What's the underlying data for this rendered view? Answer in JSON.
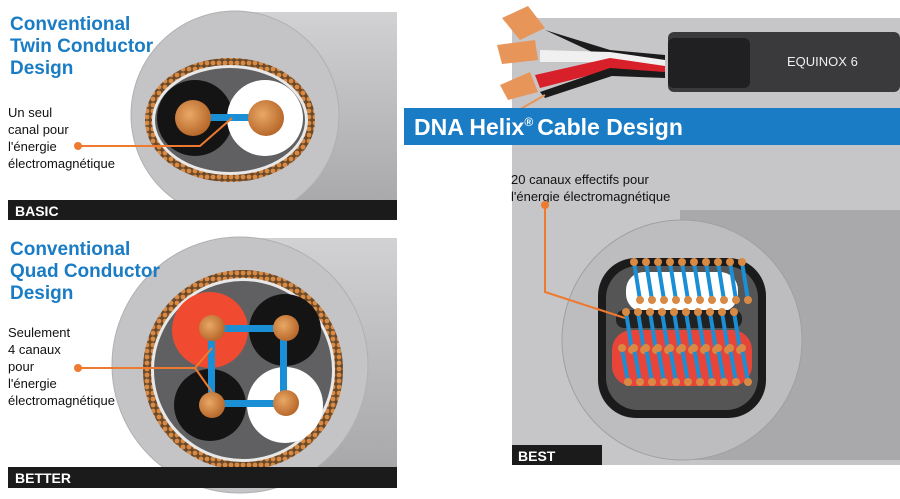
{
  "panels": {
    "basic": {
      "title_lines": [
        "Conventional",
        "Twin Conductor",
        "Design"
      ],
      "label_lines": [
        "Un seul",
        "canal pour",
        "l'énergie",
        "électromagnétique"
      ],
      "bar_label": "BASIC"
    },
    "better": {
      "title_lines": [
        "Conventional",
        "Quad Conductor",
        "Design"
      ],
      "label_lines": [
        "Seulement",
        "4 canaux",
        "pour",
        "l'énergie",
        "électromagnétique"
      ],
      "bar_label": "BETTER"
    },
    "best": {
      "cable_brand": "EQUINOX 6",
      "band_title": "DNA Helix",
      "band_reg": "®",
      "band_title_rest": "Cable Design",
      "label_lines": [
        "20 canaux effectifs pour",
        "l'énergie électromagnétique"
      ],
      "bar_label": "BEST"
    }
  },
  "colors": {
    "blue": "#1a7cc4",
    "copper": "#d88a45",
    "orange_line": "#ee7a2f",
    "gray": "#bcbcbe",
    "black": "#1b1b1b"
  }
}
